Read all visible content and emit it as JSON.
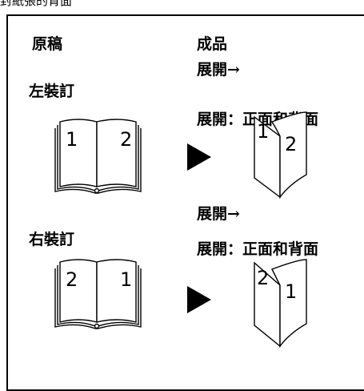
{
  "header": {
    "caption": "封紙張的背面"
  },
  "columns": {
    "original": "原稿",
    "result": "成品"
  },
  "left_binding": {
    "label": "左裝訂",
    "open_label": "展開→",
    "result_label": "展開：正面和背面",
    "book_pages": [
      "1",
      "2"
    ],
    "folded_pages": [
      "1",
      "2"
    ]
  },
  "right_binding": {
    "label": "右裝訂",
    "open_label": "展開→",
    "result_label": "展開：正面和背面",
    "book_pages": [
      "2",
      "1"
    ],
    "folded_pages": [
      "2",
      "1"
    ]
  },
  "icons": {
    "arrow": "right-triangle-arrow-icon"
  }
}
